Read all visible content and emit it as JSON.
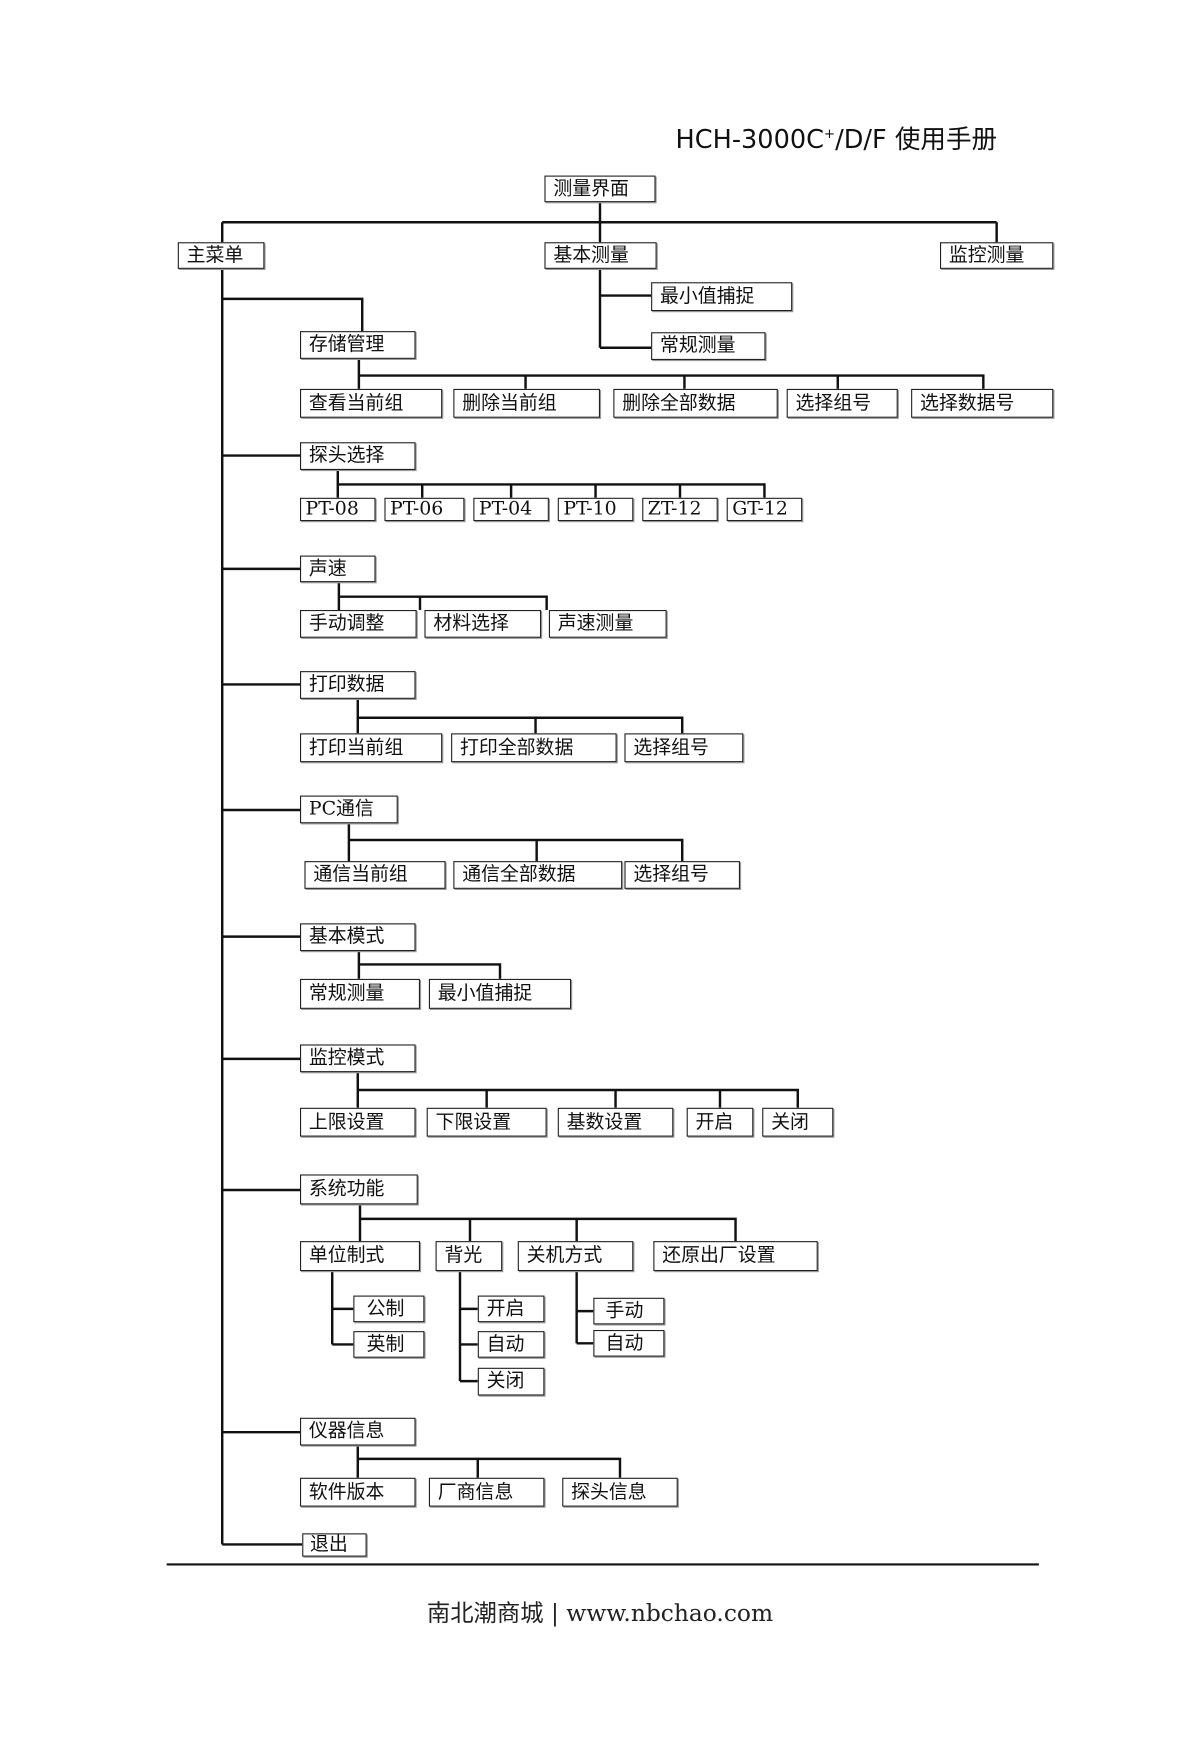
{
  "header": {
    "title_main": "HCH-3000C",
    "title_sup": "+",
    "title_rest": "/D/F 使用手册"
  },
  "root": "测量界面",
  "level1": [
    "主菜单",
    "基本测量",
    "监控测量"
  ],
  "basic": [
    "最小值捕捉",
    "常规测量"
  ],
  "menu": [
    "存储管理",
    "探头选择",
    "声速",
    "打印数据",
    "PC通信",
    "基本模式",
    "监控模式",
    "系统功能",
    "仪器信息",
    "退出"
  ],
  "storage": [
    "查看当前组",
    "删除当前组",
    "删除全部数据",
    "选择组号",
    "选择数据号"
  ],
  "probe": [
    "PT-08",
    "PT-06",
    "PT-04",
    "PT-10",
    "ZT-12",
    "GT-12"
  ],
  "velocity": [
    "手动调整",
    "材料选择",
    "声速测量"
  ],
  "print": [
    "打印当前组",
    "打印全部数据",
    "选择组号"
  ],
  "pc": [
    "通信当前组",
    "通信全部数据",
    "选择组号"
  ],
  "basic_mode": [
    "常规测量",
    "最小值捕捉"
  ],
  "monitor_mode": [
    "上限设置",
    "下限设置",
    "基数设置",
    "开启",
    "关闭"
  ],
  "system": [
    "单位制式",
    "背光",
    "关机方式",
    "还原出厂设置"
  ],
  "units": [
    "公制",
    "英制"
  ],
  "backlight": [
    "开启",
    "自动",
    "关闭"
  ],
  "power_off": [
    "手动",
    "自动"
  ],
  "info": [
    "软件版本",
    "厂商信息",
    "探头信息"
  ],
  "footer": "南北潮商城 | www.nbchao.com"
}
